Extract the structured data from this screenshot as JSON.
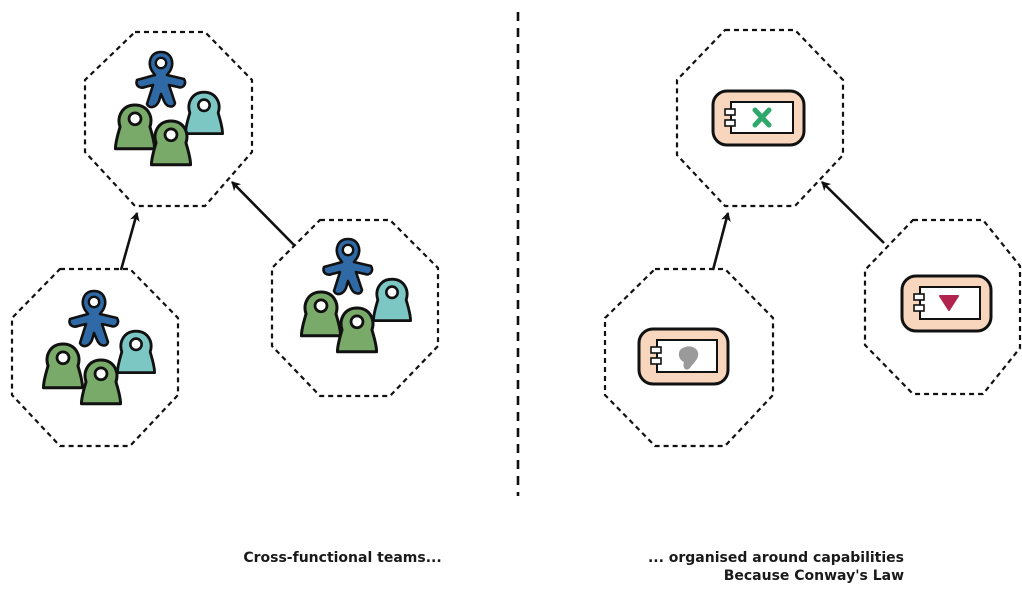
{
  "captions": {
    "left": "Cross-functional teams...",
    "right_line1": "... organised around capabilities",
    "right_line2": "Because Conway's Law"
  },
  "colors": {
    "team_blue": "#2f6aa6",
    "team_green": "#79aa6a",
    "team_teal": "#7cc6c4",
    "component_fill": "#f7d6bd",
    "icon_green": "#2ea86b",
    "icon_gray": "#9a9a9a",
    "icon_crimson": "#b1244f",
    "stroke": "#111111"
  },
  "icons": {
    "team_members": [
      "person-blue-icon",
      "person-green-icon",
      "person-green-icon",
      "person-teal-icon"
    ],
    "components": [
      "component-x-icon",
      "component-blob-icon",
      "component-heart-icon"
    ]
  }
}
